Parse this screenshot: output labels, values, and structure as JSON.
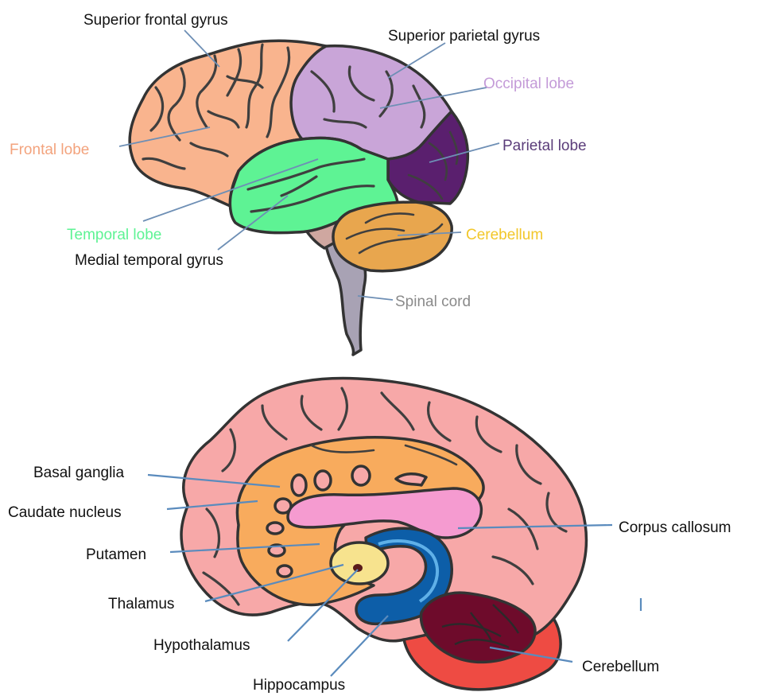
{
  "lateral_view": {
    "labels": {
      "superior_frontal_gyrus": "Superior frontal gyrus",
      "superior_parietal_gyrus": "Superior parietal gyrus",
      "occipital_lobe": "Occipital lobe",
      "parietal_lobe": "Parietal lobe",
      "frontal_lobe": "Frontal lobe",
      "temporal_lobe": "Temporal lobe",
      "cerebellum": "Cerebellum",
      "medial_temporal_gyrus": "Medial temporal gyrus",
      "spinal_cord": "Spinal cord"
    },
    "colors": {
      "frontal": "#f9b48e",
      "parietal_superior": "#c9a5d8",
      "occipital": "#5a1f6e",
      "temporal": "#5ef394",
      "cerebellum": "#e8a64e",
      "brainstem": "#cfa7a0",
      "spinal_cord": "#a8a2b4",
      "label_frontal": "#f3a37d",
      "label_occipital": "#c49bd8",
      "label_parietal": "#5b3d7a",
      "label_temporal": "#5ef394",
      "label_cerebellum": "#f2c72a",
      "label_spinal": "#8a8a8a"
    }
  },
  "medial_view": {
    "labels": {
      "basal_ganglia": "Basal ganglia",
      "caudate_nucleus": "Caudate nucleus",
      "putamen": "Putamen",
      "thalamus": "Thalamus",
      "hypothalamus": "Hypothalamus",
      "hippocampus": "Hippocampus",
      "corpus_callosum": "Corpus callosum",
      "cerebellum": "Cerebellum"
    },
    "colors": {
      "cortex": "#f7a8a8",
      "basal_ganglia": "#f8ab5d",
      "corpus_callosum": "#f59bd0",
      "thalamus": "#f7e38e",
      "hippocampus": "#0d5ea8",
      "cerebellum_inner": "#6e0b2b",
      "cerebellum_outer": "#ee4b43"
    }
  }
}
